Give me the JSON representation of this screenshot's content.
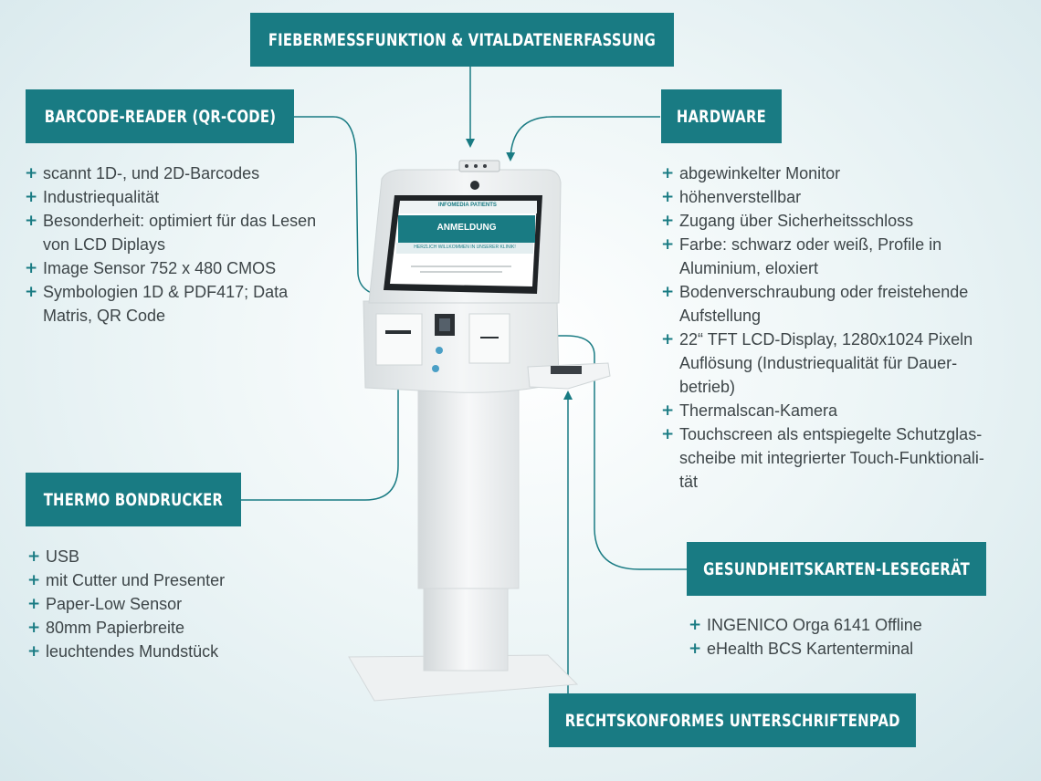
{
  "colors": {
    "accent": "#197b83",
    "text": "#3d4548"
  },
  "fieber": {
    "title": "FIEBERMESSFUNKTION & VITALDATENERFASSUNG"
  },
  "barcode": {
    "title": "BARCODE-READER (QR-CODE)",
    "items": [
      "scannt 1D-, und 2D-Barcodes",
      "Industriequalität",
      "Besonderheit: optimiert für das Lesen",
      "von LCD Diplays",
      "Image Sensor 752 x 480 CMOS",
      "Symbologien 1D & PDF417; Data",
      "Matris, QR Code"
    ]
  },
  "hardware": {
    "title": "HARDWARE",
    "items": [
      "abgewinkelter Monitor",
      "höhenverstellbar",
      "Zugang über Sicherheitsschloss",
      "Farbe: schwarz oder weiß, Profile in",
      "Aluminium, eloxiert",
      "Bodenverschraubung oder freistehende",
      "Aufstellung",
      "22“ TFT LCD-Display, 1280x1024 Pixeln",
      "Auflösung (Industriequalität für Dauer-",
      "betrieb)",
      "Thermalscan-Kamera",
      "Touchscreen als entspiegelte Schutzglas-",
      "scheibe mit integrierter Touch-Funktionali-",
      "tät"
    ]
  },
  "thermo": {
    "title": "THERMO BONDRUCKER",
    "items": [
      "USB",
      "mit Cutter und Presenter",
      "Paper-Low Sensor",
      "80mm Papierbreite",
      "leuchtendes Mundstück"
    ]
  },
  "karten": {
    "title": "GESUNDHEITSKARTEN-LESEGERÄT",
    "items": [
      "INGENICO Orga 6141 Offline",
      "eHealth BCS Kartenterminal"
    ]
  },
  "unterschrift": {
    "title": "RECHTSKONFORMES UNTERSCHRIFTENPAD"
  },
  "screen": {
    "brand": "INFOMEDIA PATIENTS",
    "heading": "ANMELDUNG",
    "welcome": "HERZLICH WILLKOMMEN IN UNSERER KLINIK!"
  }
}
